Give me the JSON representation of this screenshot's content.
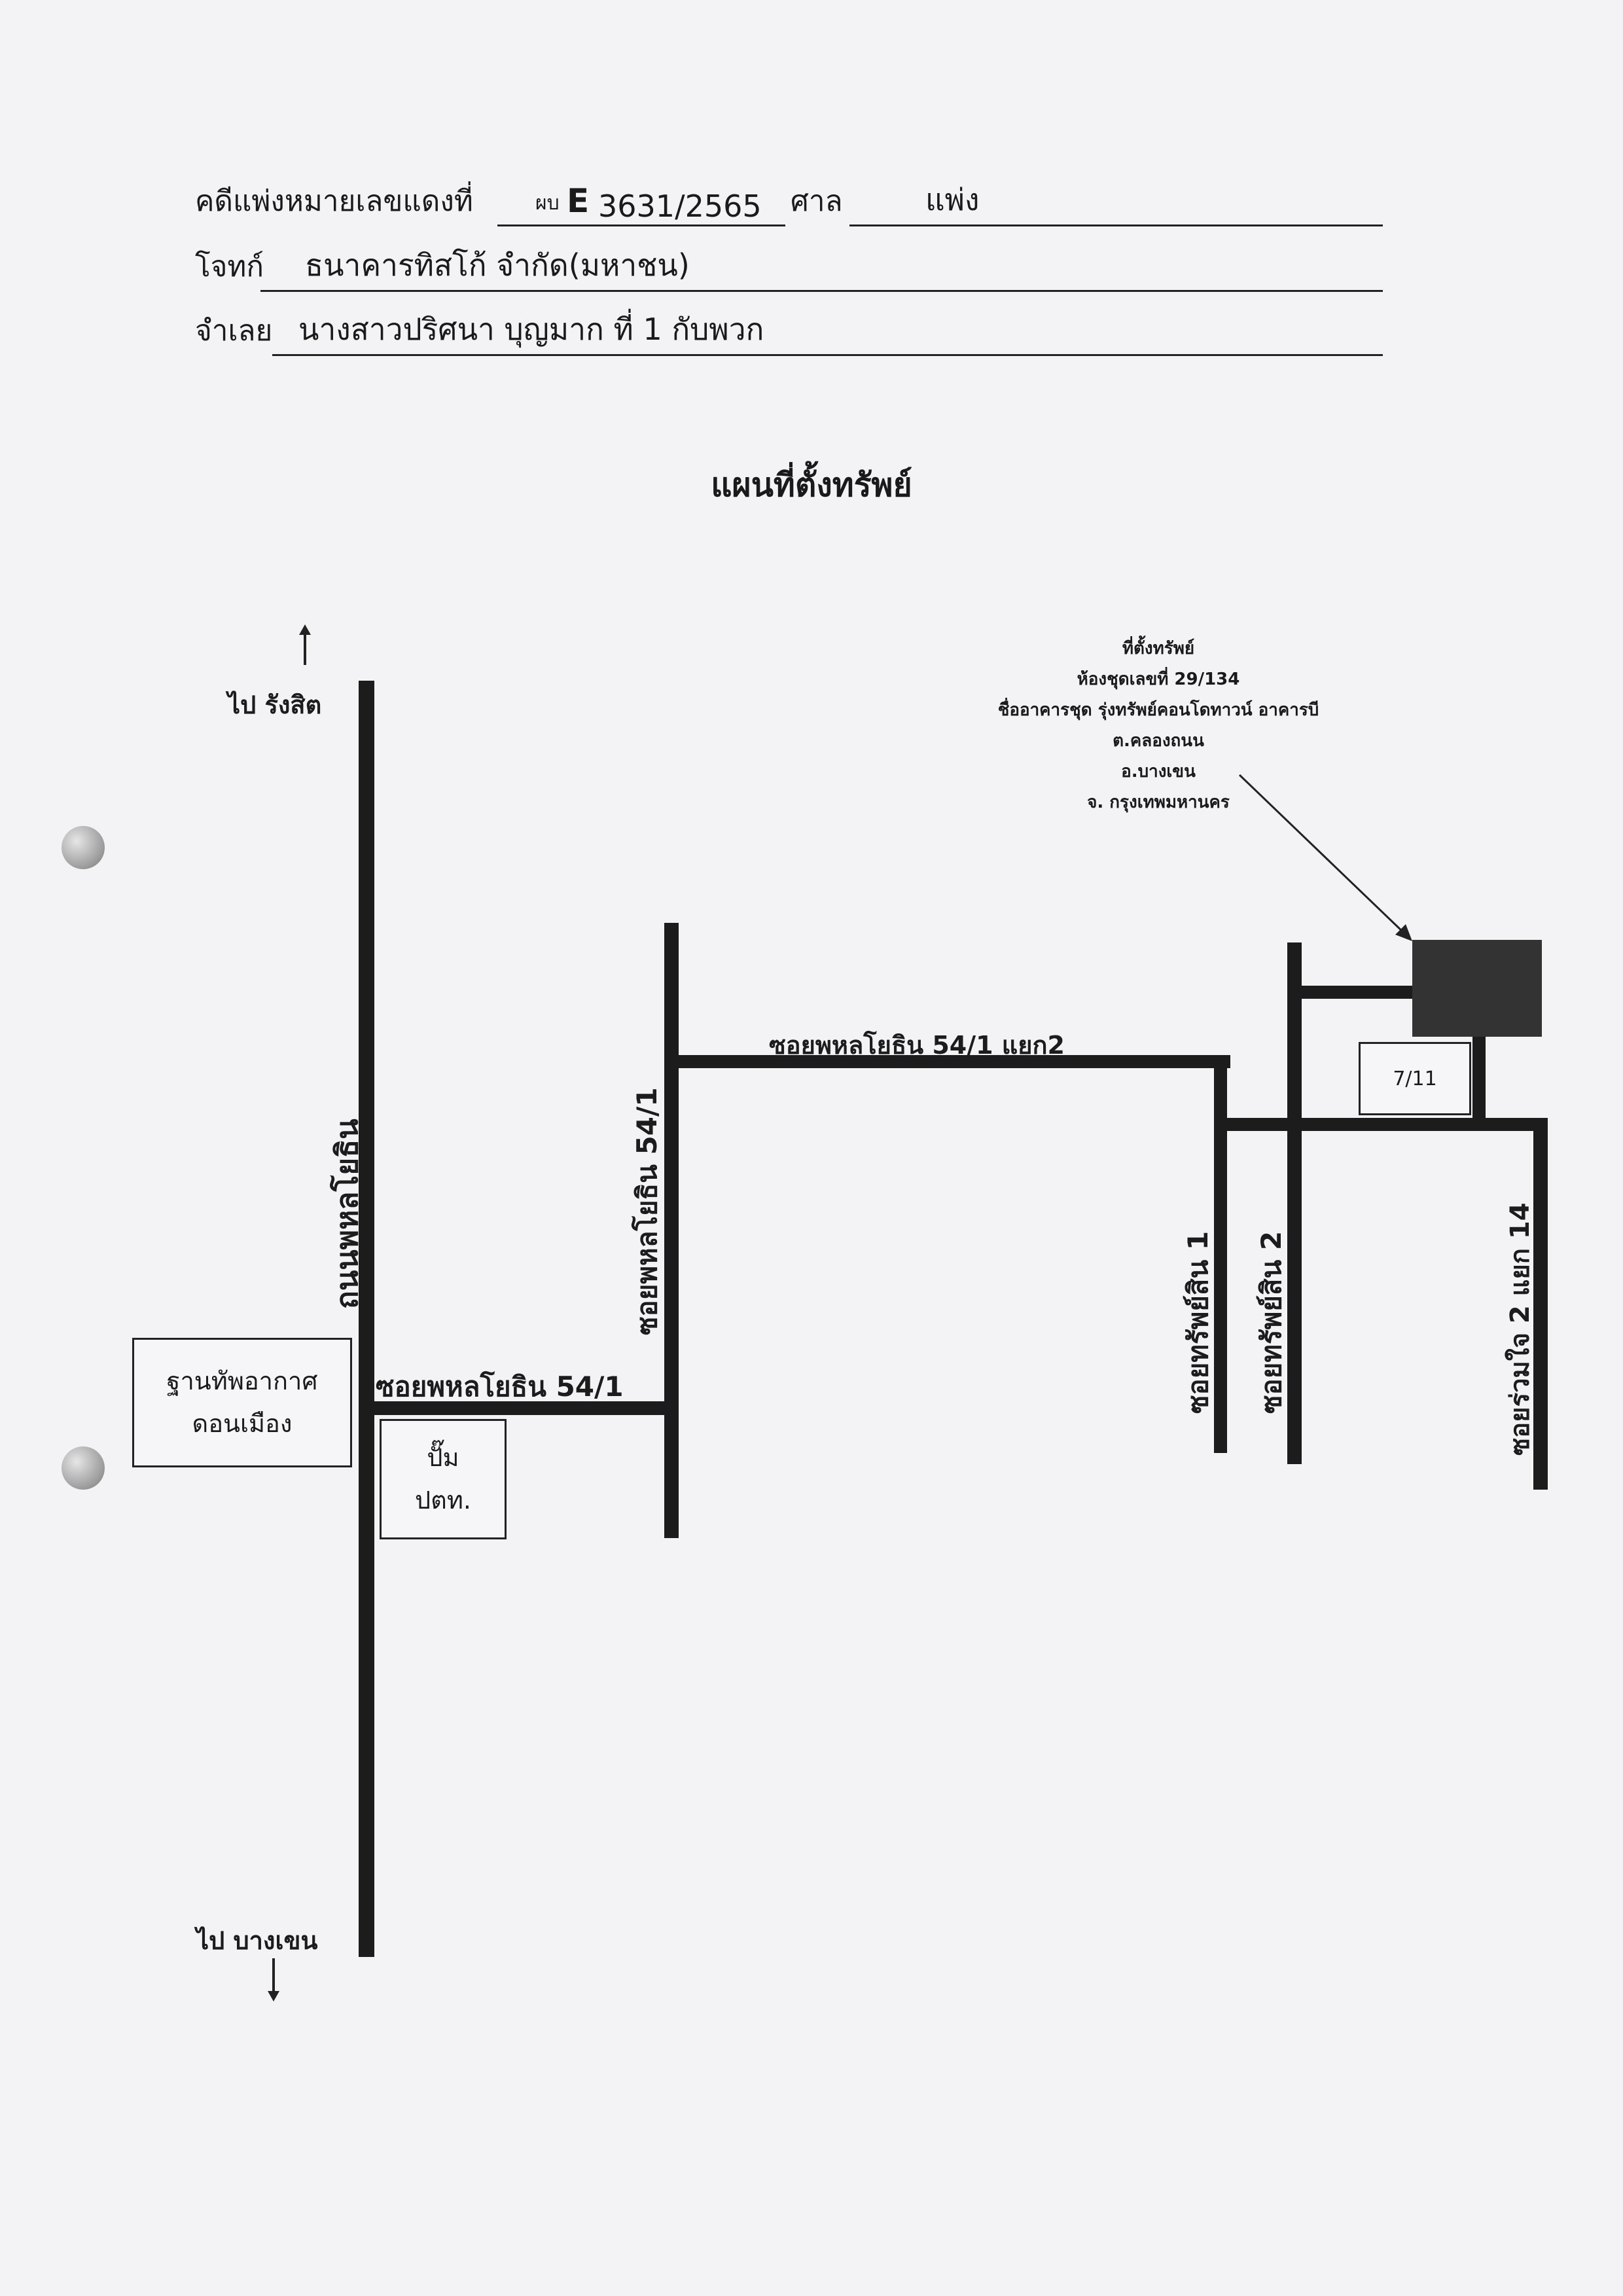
{
  "header": {
    "case_label": "คดีแพ่งหมายเลขแดงที่",
    "case_prefix": "ผบ",
    "case_letter": "E",
    "case_number": "3631/2565",
    "court_label": "ศาล",
    "court_value": "แพ่ง",
    "plaintiff_label": "โจทก์",
    "plaintiff_value": "ธนาคารทิสโก้ จำกัด(มหาชน)",
    "defendant_label": "จำเลย",
    "defendant_value": "นางสาวปริศนา  บุญมาก ที่ 1 กับพวก"
  },
  "map": {
    "title": "แผนที่ตั้งทรัพย์",
    "to_north": "ไป รังสิต",
    "to_south": "ไป บางเขน",
    "main_road": "ถนนพหลโยธิน",
    "soi_54_1": "ซอยพหลโยธิน 54/1",
    "soi_54_1_vertical": "ซอยพหลโยธิน 54/1",
    "soi_54_1_branch2": "ซอยพหลโยธิน 54/1 แยก2",
    "soi_sapsin_1": "ซอยทรัพย์สิน 1",
    "soi_sapsin_2": "ซอยทรัพย์สิน 2",
    "soi_ruamjai": "ซอยร่วมใจ 2 แยก 14",
    "airbase_line1": "ฐานทัพอากาศ",
    "airbase_line2": "ดอนเมือง",
    "gas_line1": "ปั๊ม",
    "gas_line2": "ปตท.",
    "seven_eleven": "7/11",
    "property_lines": [
      "ที่ตั้งทรัพย์",
      "ห้องชุดเลขที่ 29/134",
      "ชื่ออาคารชุด รุ่งทรัพย์คอนโดทาวน์ อาคารบี",
      "ต.คลองถนน",
      "อ.บางเขน",
      "จ. กรุงเทพมหานคร"
    ]
  }
}
